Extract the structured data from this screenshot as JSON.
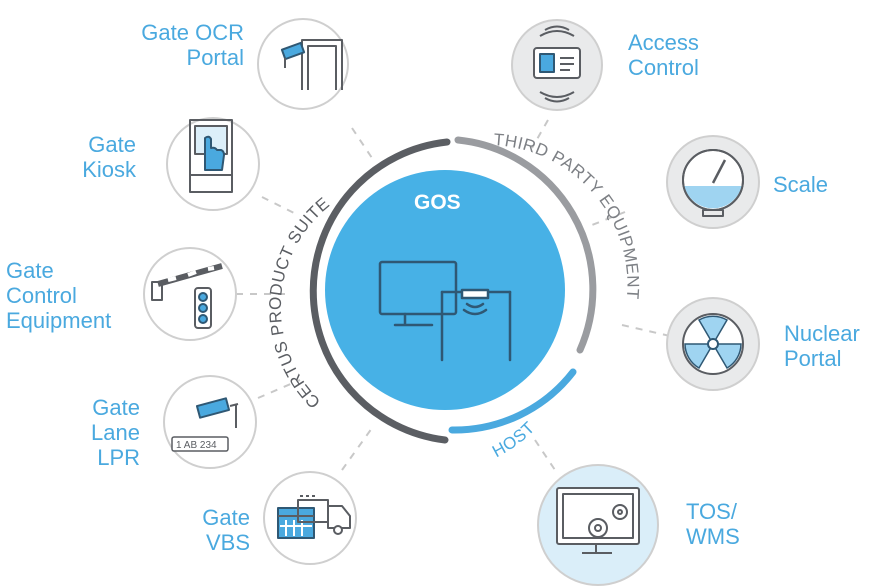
{
  "center": {
    "title": "GOS"
  },
  "arcs": {
    "left": "CERTUS PRODUCT SUITE",
    "right": "THIRD PARTY EQUIPMENT",
    "bottom": "HOST"
  },
  "nodes": {
    "gate_ocr_portal": "Gate OCR\nPortal",
    "gate_kiosk": "Gate\nKiosk",
    "gate_control_equipment": "Gate\nControl\nEquipment",
    "gate_lane_lpr": "Gate\nLane\nLPR",
    "gate_vbs": "Gate\nVBS",
    "access_control": "Access\nControl",
    "scale": "Scale",
    "nuclear_portal": "Nuclear\nPortal",
    "tos_wms": "TOS/\nWMS"
  },
  "plate_text": "1 AB 234",
  "colors": {
    "accent": "#4aa9df",
    "center_fill": "#47b1e6",
    "dark_arc": "#5b5e63",
    "mid_arc": "#9a9ca0",
    "icon_stroke": "#5a5d62"
  },
  "icons": [
    "ocr-portal-icon",
    "kiosk-icon",
    "barrier-traffic-light-icon",
    "lpr-camera-icon",
    "vbs-truck-calendar-icon",
    "id-card-icon",
    "scale-gauge-icon",
    "radiation-icon",
    "tos-monitor-gears-icon"
  ]
}
